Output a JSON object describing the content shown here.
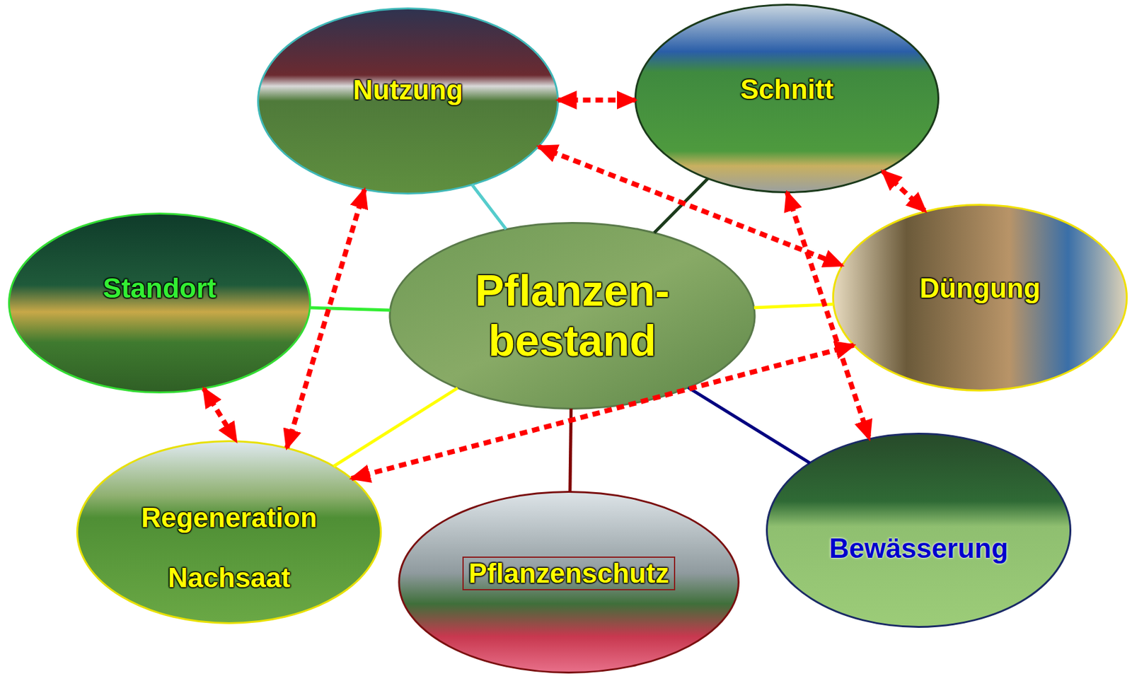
{
  "diagram": {
    "nodes": [
      {
        "text": [
          "Nutzung"
        ]
      },
      {
        "text": [
          "Schnitt"
        ]
      },
      {
        "text": [
          "Standort"
        ]
      },
      {
        "text": [
          "Pflanzen- bestand"
        ]
      },
      {
        "text": [
          "Düngung"
        ]
      },
      {
        "text": [
          "Regeneration",
          "Nachsaat"
        ]
      },
      {
        "text": [
          "Pflanzenschutz"
        ]
      },
      {
        "text": [
          "Bewässerung"
        ]
      }
    ],
    "edges": [
      {
        "from": 3,
        "to": 0,
        "arrow": "none"
      },
      {
        "from": 3,
        "to": 1,
        "arrow": "none"
      },
      {
        "from": 3,
        "to": 2,
        "arrow": "none"
      },
      {
        "from": 3,
        "to": 4,
        "arrow": "none"
      },
      {
        "from": 3,
        "to": 5,
        "arrow": "none"
      },
      {
        "from": 3,
        "to": 6,
        "arrow": "none"
      },
      {
        "from": 3,
        "to": 7,
        "arrow": "none"
      },
      {
        "from": 0,
        "to": 1,
        "arrow": "both"
      },
      {
        "from": 0,
        "to": 4,
        "arrow": "both"
      },
      {
        "from": 1,
        "to": 4,
        "arrow": "both"
      },
      {
        "from": 1,
        "to": 7,
        "arrow": "both"
      },
      {
        "from": 0,
        "to": 5,
        "arrow": "both"
      },
      {
        "from": 2,
        "to": 5,
        "arrow": "both"
      },
      {
        "from": 4,
        "to": 5,
        "arrow": "both"
      }
    ]
  }
}
